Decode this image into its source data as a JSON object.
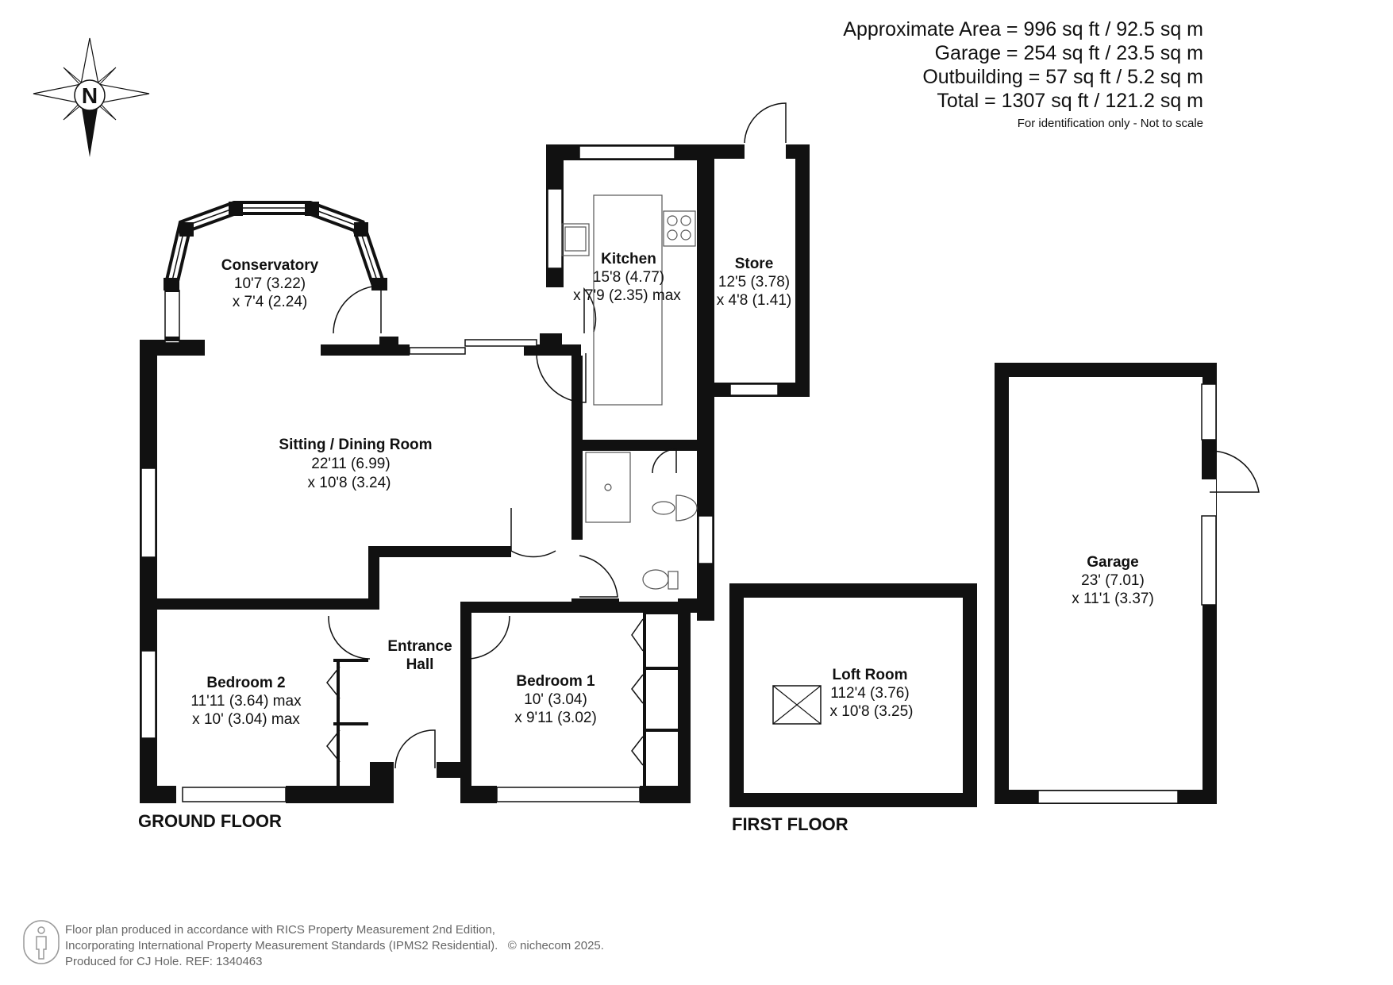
{
  "areas": {
    "approximate": "Approximate Area = 996 sq ft / 92.5 sq m",
    "garage": "Garage = 254 sq ft / 23.5 sq m",
    "outbuilding": "Outbuilding = 57 sq ft / 5.2 sq m",
    "total": "Total = 1307 sq ft / 121.2 sq m",
    "note": "For identification only - Not to scale"
  },
  "compass": {
    "letter": "N",
    "icon": "north-compass-icon"
  },
  "rooms": {
    "conservatory": {
      "name": "Conservatory",
      "dim1": "10'7 (3.22)",
      "dim2": "x 7'4 (2.24)"
    },
    "kitchen": {
      "name": "Kitchen",
      "dim1": "15'8 (4.77)",
      "dim2": "x 7'9 (2.35) max"
    },
    "store": {
      "name": "Store",
      "dim1": "12'5 (3.78)",
      "dim2": "x 4'8 (1.41)"
    },
    "sitting": {
      "name": "Sitting / Dining Room",
      "dim1": "22'11 (6.99)",
      "dim2": "x 10'8 (3.24)"
    },
    "hall": {
      "line1": "Entrance",
      "line2": "Hall"
    },
    "bedroom2": {
      "name": "Bedroom 2",
      "dim1": "11'11 (3.64) max",
      "dim2": "x 10' (3.04) max"
    },
    "bedroom1": {
      "name": "Bedroom 1",
      "dim1": "10' (3.04)",
      "dim2": "x 9'11 (3.02)"
    },
    "loft": {
      "name": "Loft Room",
      "dim1": "112'4 (3.76)",
      "dim2": "x 10'8 (3.25)"
    },
    "garage": {
      "name": "Garage",
      "dim1": "23' (7.01)",
      "dim2": "x 11'1 (3.37)"
    }
  },
  "floors": {
    "ground": "GROUND FLOOR",
    "first": "FIRST FLOOR"
  },
  "footer": {
    "line1": "Floor plan produced in accordance with RICS Property Measurement 2nd Edition,",
    "line2": "Incorporating International Property Measurement Standards (IPMS2 Residential).",
    "copyright": "© nichecom 2025.",
    "line3": "Produced for CJ Hole.   REF: 1340463",
    "icon": "person-scale-icon"
  },
  "colors": {
    "wall": "#111111",
    "window": "#ffffff",
    "fixture": "#555555"
  }
}
